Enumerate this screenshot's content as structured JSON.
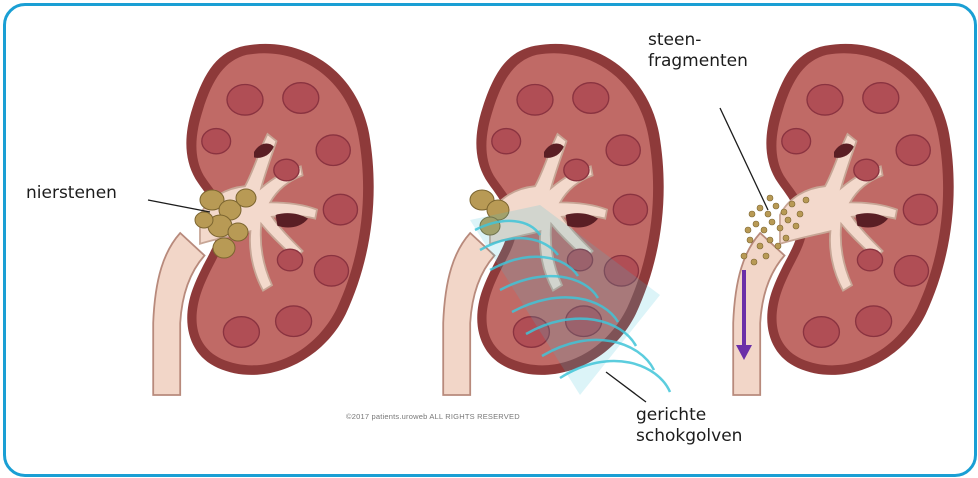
{
  "labels": {
    "nierstenen": "nierstenen",
    "steenfragmenten": "steen-\nfragmenten",
    "schokgolven": "gerichte\nschokgolven"
  },
  "copyright": "©2017 patients.uroweb ALL RIGHTS RESERVED",
  "colors": {
    "frame": "#1a9fd4",
    "kidney_capsule": "#8e3a3a",
    "kidney_cortex": "#c06a66",
    "renal_pelvis": "#f3d9cc",
    "stone": "#b89a55",
    "shockwave": "#3fc4d8",
    "fragment_flow": "#6a2fa8"
  }
}
